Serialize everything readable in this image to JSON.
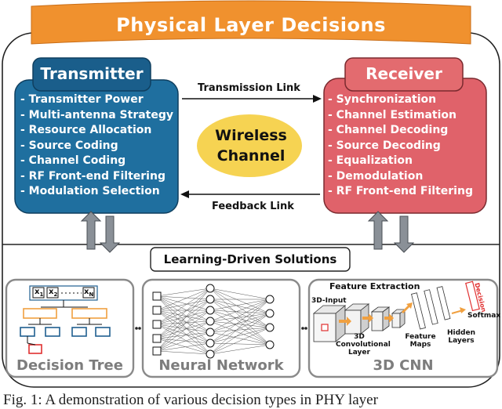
{
  "banner": {
    "title": "Physical Layer Decisions"
  },
  "transmitter": {
    "title": "Transmitter",
    "items": [
      "- Transmitter Power",
      "- Multi-antenna Strategy",
      "- Resource Allocation",
      "- Source Coding",
      "- Channel Coding",
      "- RF Front-end Filtering",
      "- Modulation Selection"
    ]
  },
  "receiver": {
    "title": "Receiver",
    "items": [
      "- Synchronization",
      "- Channel Estimation",
      "- Channel Decoding",
      "- Source Decoding",
      "- Equalization",
      "- Demodulation",
      "- RF Front-end Filtering"
    ]
  },
  "links": {
    "transmission": "Transmission Link",
    "feedback": "Feedback Link"
  },
  "channel": {
    "line1": "Wireless",
    "line2": "Channel"
  },
  "learning": {
    "title": "Learning-Driven Solutions"
  },
  "panels": {
    "decision_tree": {
      "caption": "Decision Tree",
      "x1": "x",
      "x2": "x",
      "xn": "x",
      "sub1": "1",
      "sub2": "2",
      "subn": "N"
    },
    "neural_network": {
      "caption": "Neural Network"
    },
    "cnn": {
      "caption": "3D CNN",
      "feature_extraction": "Feature Extraction",
      "input": "3D-Input",
      "conv": "3D",
      "conv2": "Convolutional",
      "conv3": "Layer",
      "feature_maps": "Feature",
      "feature_maps2": "Maps",
      "hidden": "Hidden",
      "hidden2": "Layers",
      "softmax": "Softmax",
      "decision": "Decision"
    }
  },
  "ellipsis": "••",
  "caption": "Fig. 1: A demonstration of various decision types in PHY layer",
  "colors": {
    "banner": "#f0912e",
    "transmitter": "#1f6f9f",
    "transmitter_header": "#1a5e8b",
    "receiver": "#e0626a",
    "receiver_header": "#e36b6f",
    "channel": "#f6d352",
    "arrow_gray": "#8a9097",
    "tree_node": "#f0a040",
    "tree_leaf": "#1f5f8f"
  }
}
